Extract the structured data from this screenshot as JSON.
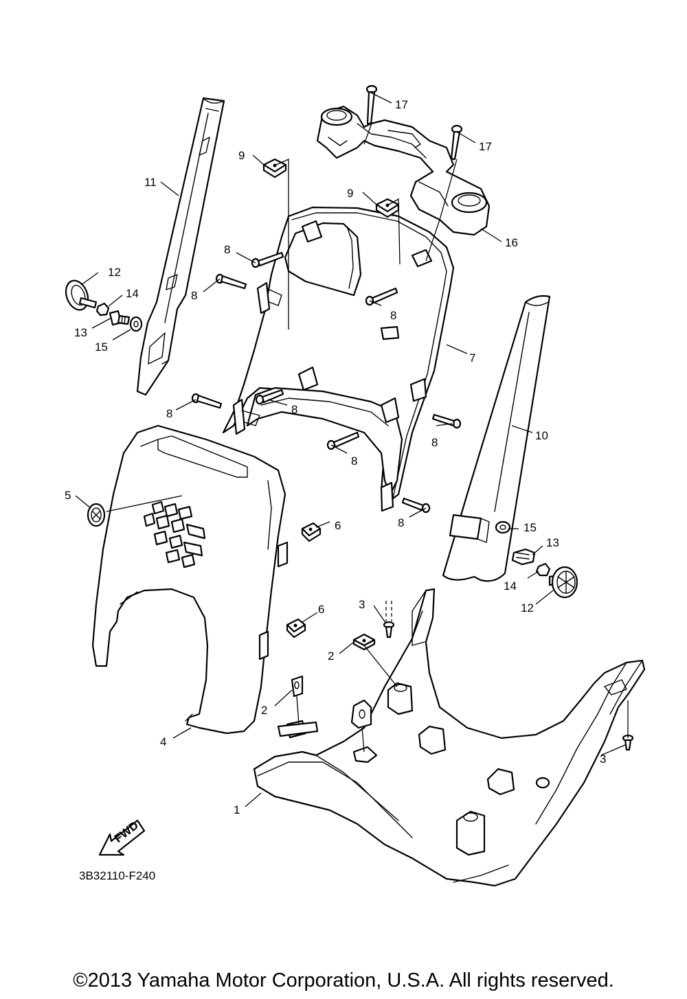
{
  "diagram_code": "3B32110-F240",
  "fwd_label": "FWD",
  "copyright": "©2013 Yamaha Motor Corporation, U.S.A. All rights reserved.",
  "callouts": {
    "c1": "1",
    "c2a": "2",
    "c2b": "2",
    "c3a": "3",
    "c3b": "3",
    "c4": "4",
    "c5": "5",
    "c6a": "6",
    "c6b": "6",
    "c7": "7",
    "c8a": "8",
    "c8b": "8",
    "c8c": "8",
    "c8d": "8",
    "c8e": "8",
    "c8f": "8",
    "c8g": "8",
    "c8h": "8",
    "c9a": "9",
    "c9b": "9",
    "c10": "10",
    "c11": "11",
    "c12a": "12",
    "c12b": "12",
    "c13a": "13",
    "c13b": "13",
    "c14a": "14",
    "c14b": "14",
    "c15a": "15",
    "c15b": "15",
    "c16": "16",
    "c17a": "17",
    "c17b": "17"
  }
}
